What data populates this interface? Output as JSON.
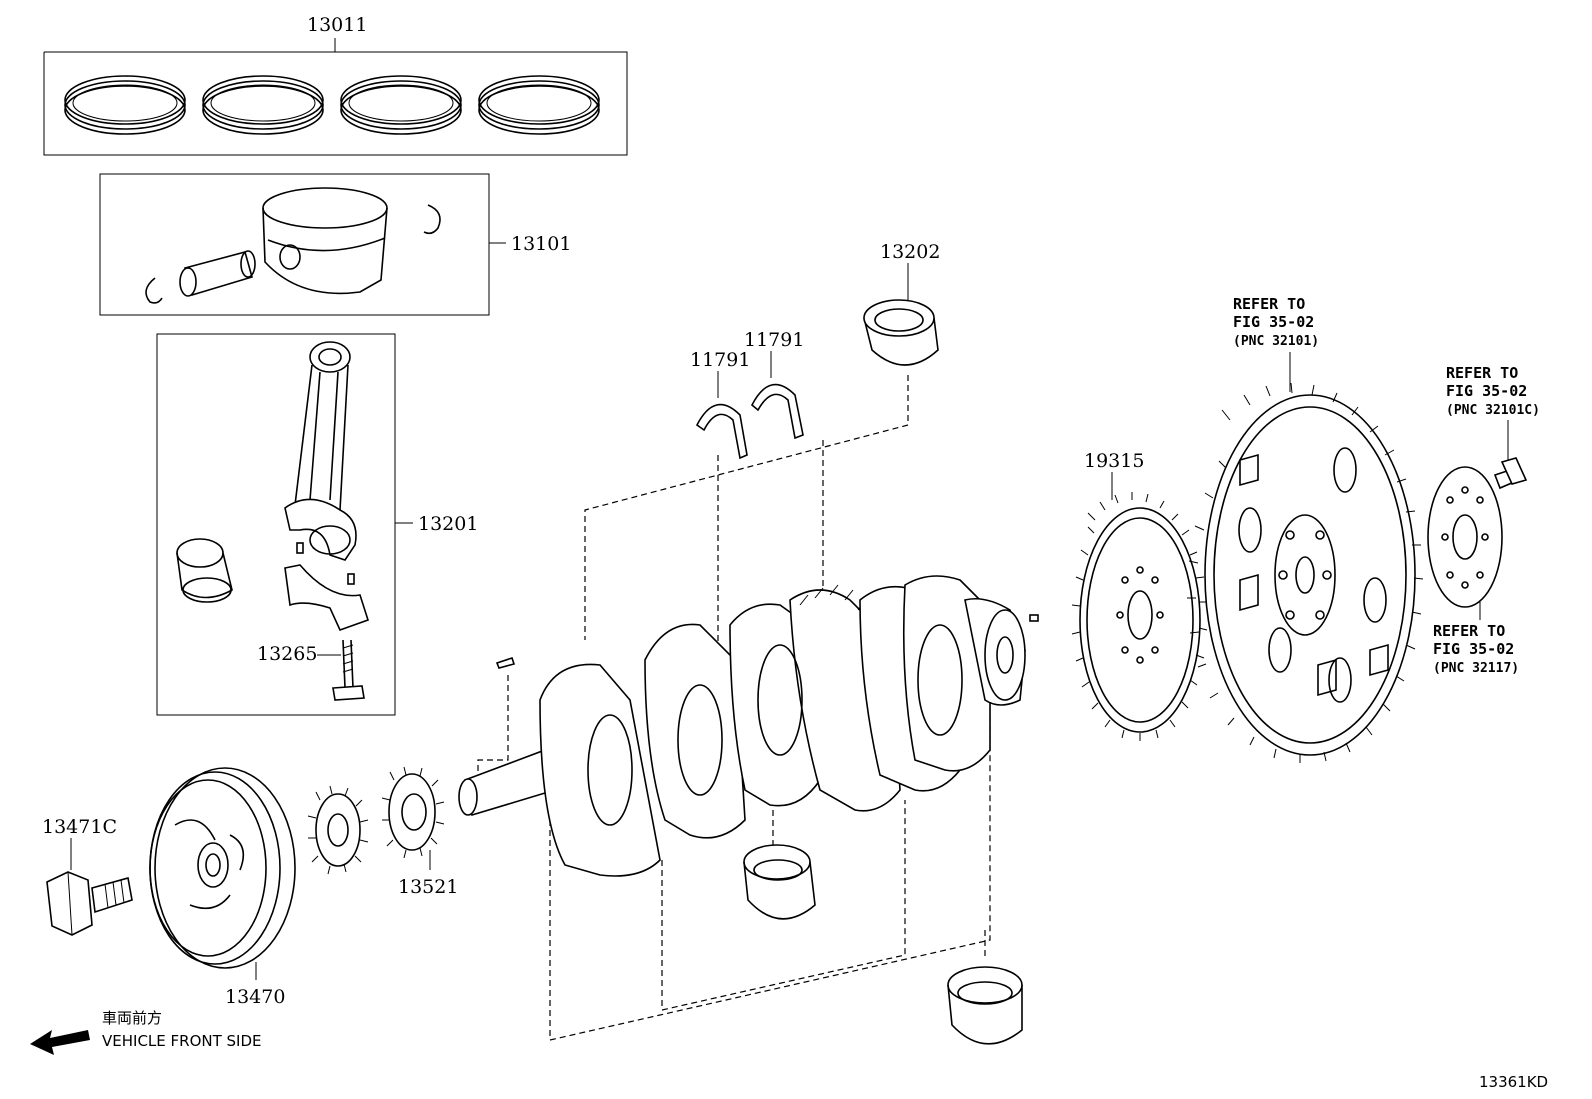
{
  "callouts": {
    "c13011": "13011",
    "c13101": "13101",
    "c13201": "13201",
    "c13265": "13265",
    "c13202": "13202",
    "c11791a": "11791",
    "c11791b": "11791",
    "c19315": "19315",
    "c13471c": "13471C",
    "c13470": "13470",
    "c13521": "13521"
  },
  "refs": {
    "flywheel": {
      "line1": "REFER TO",
      "line2": "FIG 35-02",
      "line3": "(PNC 32101)"
    },
    "bolt": {
      "line1": "REFER TO",
      "line2": "FIG 35-02",
      "line3": "(PNC 32101C)"
    },
    "plate": {
      "line1": "REFER TO",
      "line2": "FIG 35-02",
      "line3": "(PNC 32117)"
    }
  },
  "direction": {
    "japanese": "車両前方",
    "english": "VEHICLE FRONT SIDE"
  },
  "diagram_code": "13361KD"
}
